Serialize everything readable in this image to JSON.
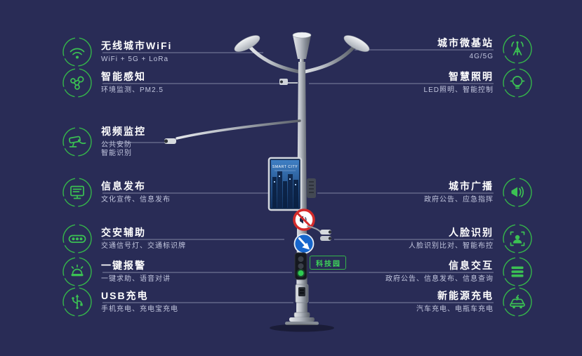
{
  "meta": {
    "background": "#292c56",
    "accent_green": "#35b54a",
    "connector": "#d6dbf0"
  },
  "left_features": [
    {
      "icon": "wifi-icon",
      "title": "无线城市WiFi",
      "subtitle": "WiFi + 5G + LoRa"
    },
    {
      "icon": "sensor-icon",
      "title": "智能感知",
      "subtitle": "环境监测、PM2.5"
    },
    {
      "icon": "cctv-icon",
      "title": "视频监控",
      "subtitle": "公共安防\n智能识别"
    },
    {
      "icon": "screen-icon",
      "title": "信息发布",
      "subtitle": "文化宣传、信息发布"
    },
    {
      "icon": "traffic-icon",
      "title": "交安辅助",
      "subtitle": "交通信号灯、交通标识牌"
    },
    {
      "icon": "alarm-icon",
      "title": "一键报警",
      "subtitle": "一键求助、语音对讲"
    },
    {
      "icon": "usb-icon",
      "title": "USB充电",
      "subtitle": "手机充电、充电宝充电"
    }
  ],
  "right_features": [
    {
      "icon": "antenna-icon",
      "title": "城市微基站",
      "subtitle": "4G/5G"
    },
    {
      "icon": "bulb-icon",
      "title": "智慧照明",
      "subtitle": "LED照明、智能控制"
    },
    {
      "icon": "speaker-icon",
      "title": "城市广播",
      "subtitle": "政府公告、应急指挥"
    },
    {
      "icon": "face-icon",
      "title": "人脸识别",
      "subtitle": "人脸识别比对、智能布控"
    },
    {
      "icon": "interact-icon",
      "title": "信息交互",
      "subtitle": "政府公告、信息发布、信息查询"
    },
    {
      "icon": "ev-icon",
      "title": "新能源充电",
      "subtitle": "汽车充电、电瓶车充电"
    }
  ],
  "pole": {
    "screen_title": "SMART CITY",
    "tag": "科技园"
  }
}
